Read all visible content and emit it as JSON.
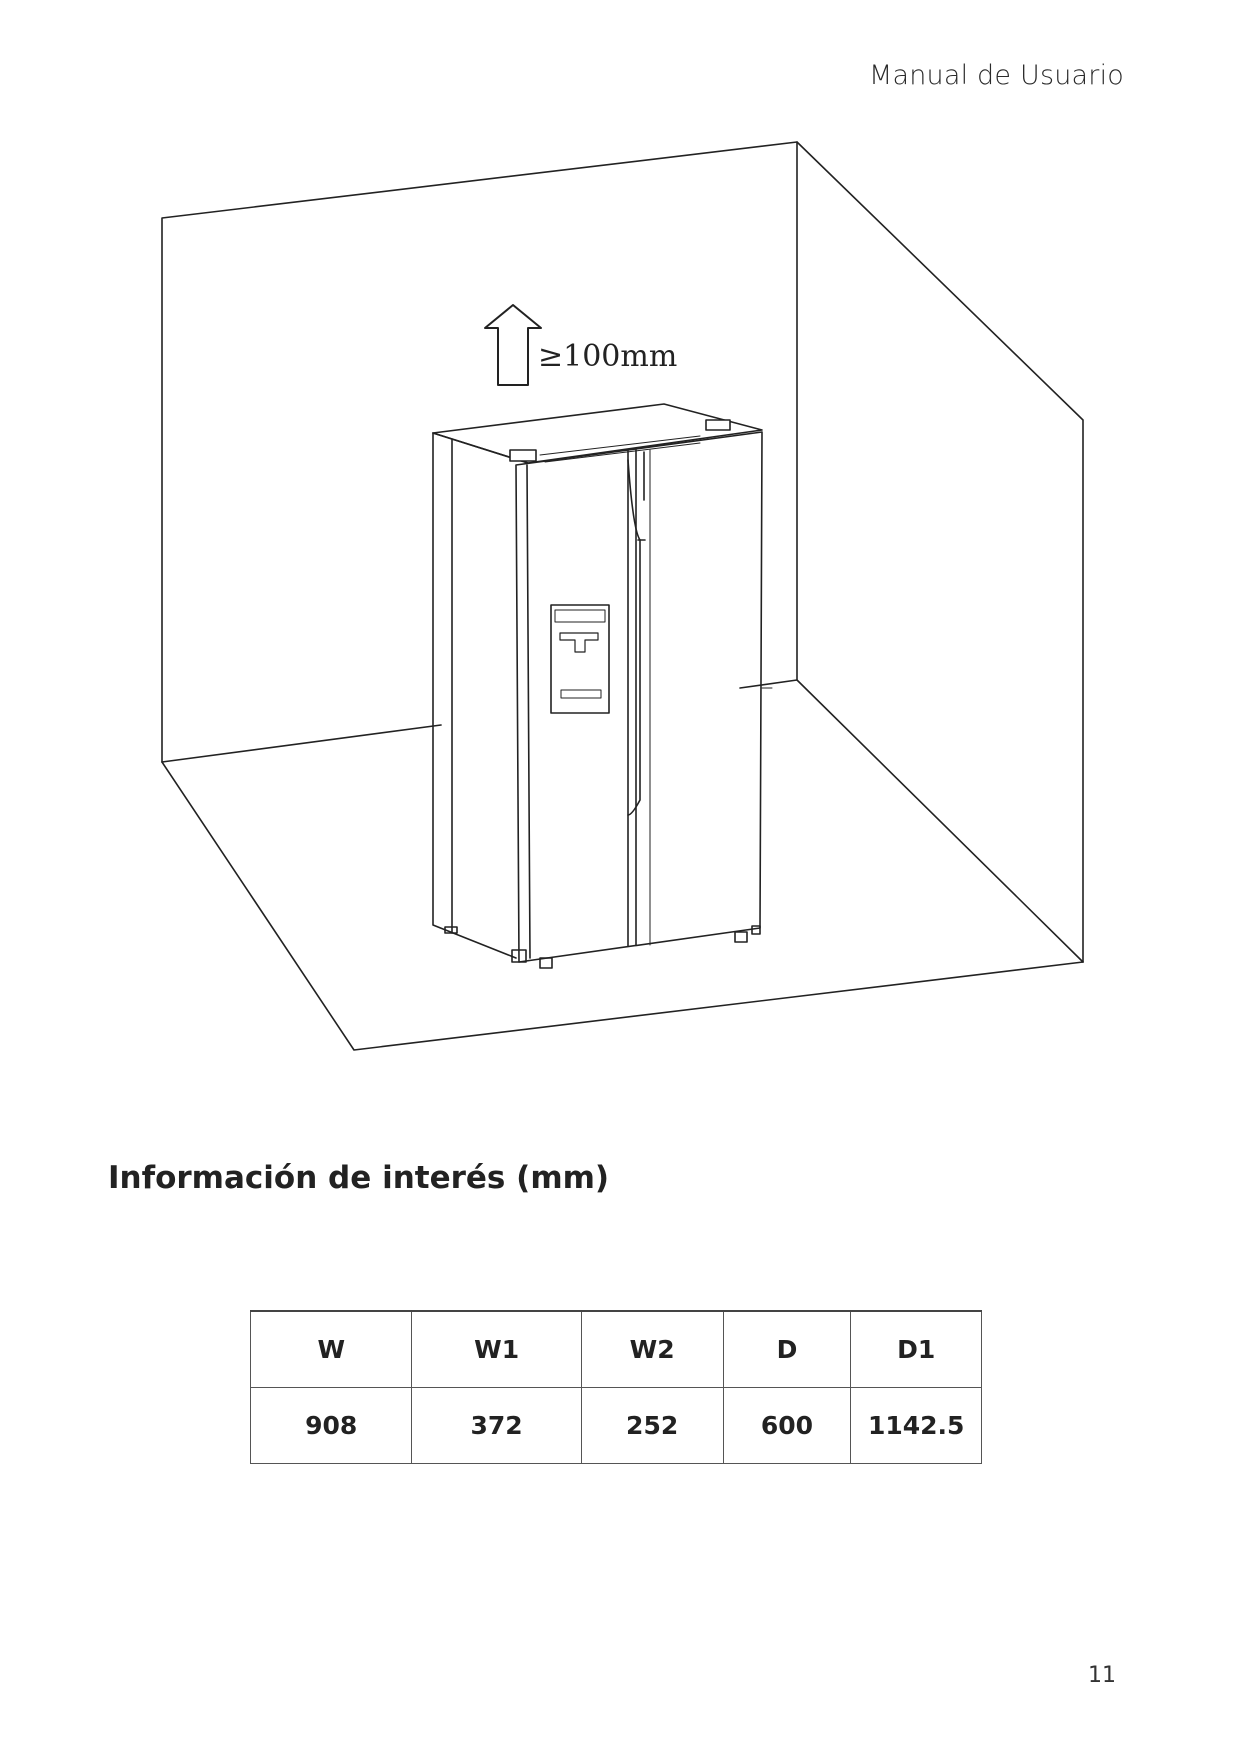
{
  "header": {
    "title": "Manual de Usuario"
  },
  "illustration": {
    "clearance_label": "≥100mm",
    "icon": "up-arrow-icon"
  },
  "section": {
    "title": "Información de interés (mm)"
  },
  "table": {
    "headers": [
      "W",
      "W1",
      "W2",
      "D",
      "D1"
    ],
    "rows": [
      [
        "908",
        "372",
        "252",
        "600",
        "1142.5"
      ]
    ]
  },
  "footer": {
    "page_number": "11"
  }
}
